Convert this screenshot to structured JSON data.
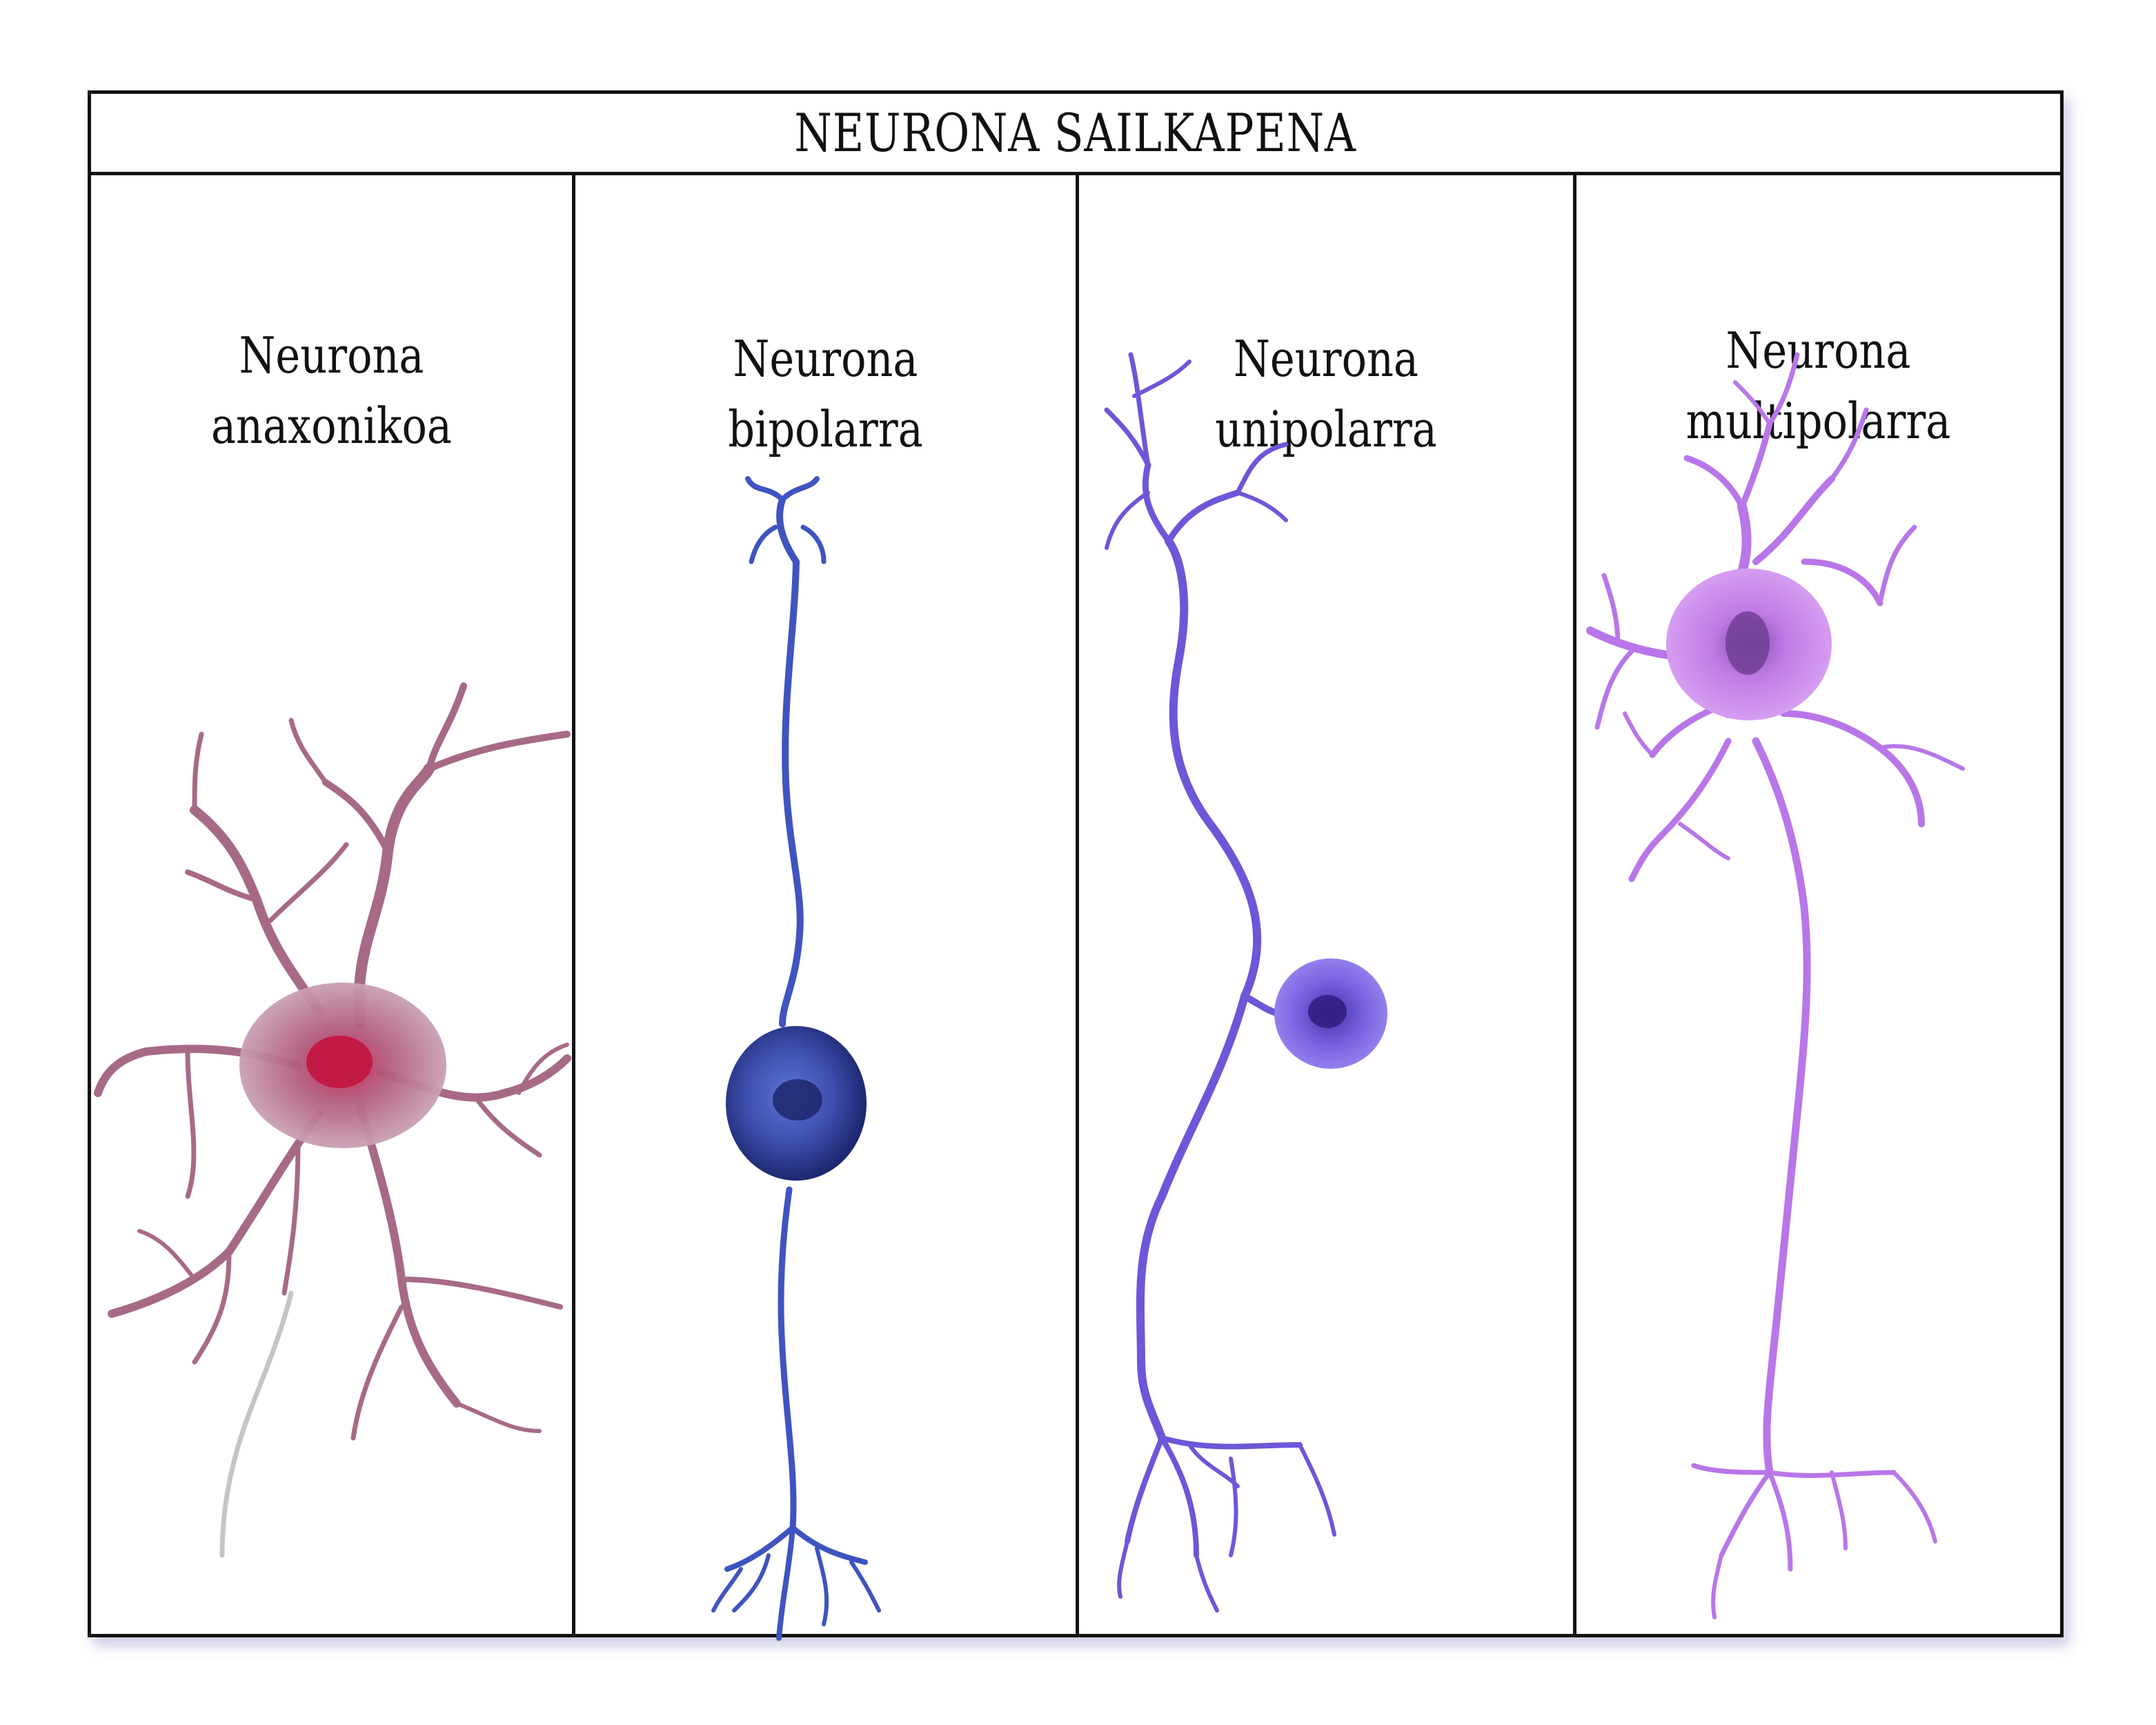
{
  "title": "NEURONA SAILKAPENA",
  "panels": [
    {
      "line1": "Neurona",
      "line2": "anaxonikoa",
      "icon": "anaxonic-neuron-illustration",
      "color": "#b06a8a"
    },
    {
      "line1": "Neurona",
      "line2": "bipolarra",
      "icon": "bipolar-neuron-illustration",
      "color": "#4a5fc8"
    },
    {
      "line1": "Neurona",
      "line2": "unipolarra",
      "icon": "unipolar-neuron-illustration",
      "color": "#6a5ad8"
    },
    {
      "line1": "Neurona",
      "line2": "multipolarra",
      "icon": "multipolar-neuron-illustration",
      "color": "#b46ae0"
    }
  ]
}
